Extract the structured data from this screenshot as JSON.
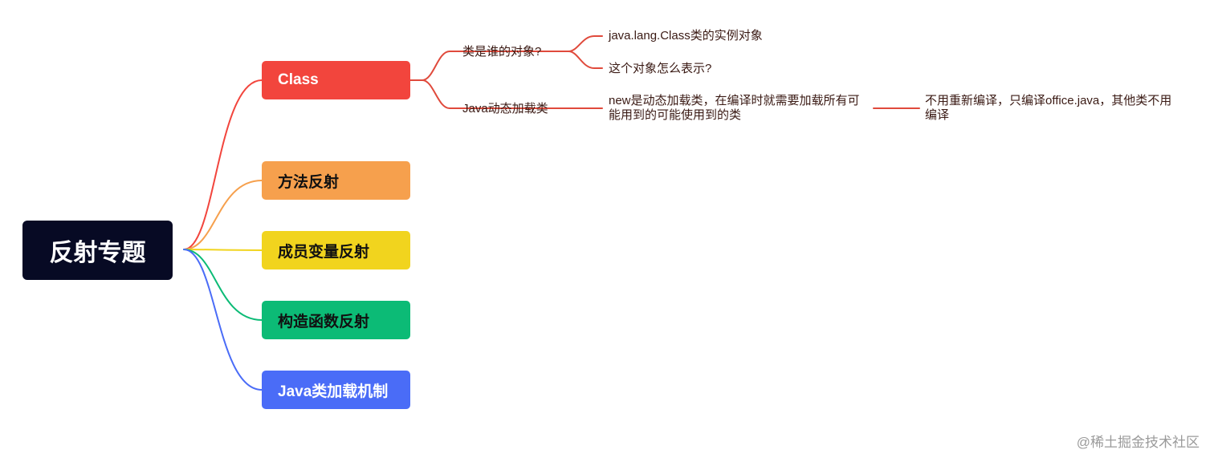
{
  "root": {
    "label": "反射专题",
    "color": "#070a24"
  },
  "branches": [
    {
      "label": "Class",
      "color": "#f2453d",
      "text_color": "#ffffff"
    },
    {
      "label": "方法反射",
      "color": "#f6a04d",
      "text_color": "#111111"
    },
    {
      "label": "成员变量反射",
      "color": "#f1d41e",
      "text_color": "#111111"
    },
    {
      "label": "构造函数反射",
      "color": "#0cbb76",
      "text_color": "#111111"
    },
    {
      "label": "Java类加载机制",
      "color": "#4a6cf7",
      "text_color": "#ffffff"
    }
  ],
  "class_children": [
    {
      "label": "类是谁的对象?",
      "children": [
        {
          "label": "java.lang.Class类的实例对象"
        },
        {
          "label": "这个对象怎么表示?"
        }
      ]
    },
    {
      "label": "Java动态加载类",
      "children": [
        {
          "lines": [
            "new是动态加载类，在编译时就需要加载所有可",
            "能用到的可能使用到的类"
          ],
          "children": [
            {
              "lines": [
                "不用重新编译，只编译office.java，其他类不用",
                "编译"
              ]
            }
          ]
        }
      ]
    }
  ],
  "watermark": "@稀土掘金技术社区",
  "link_color": "#e04a3c"
}
